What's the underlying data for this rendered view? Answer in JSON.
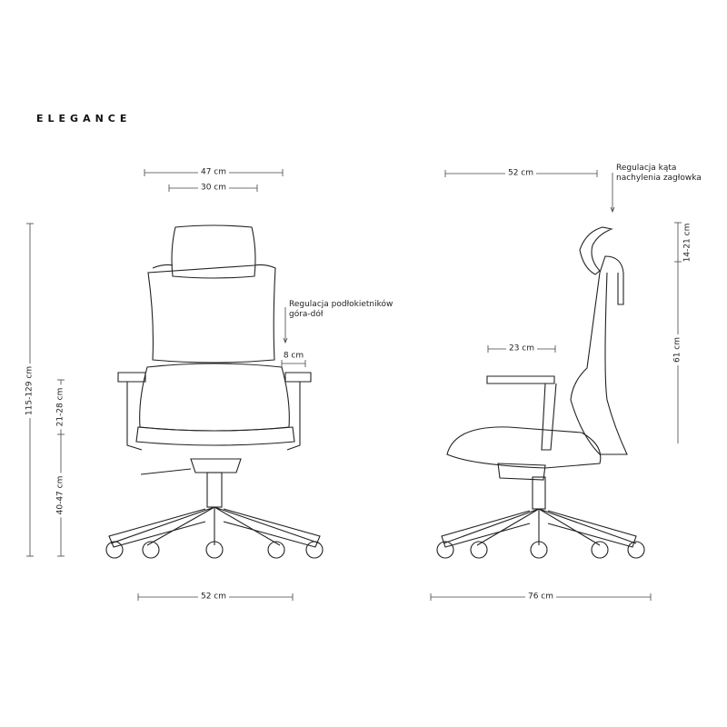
{
  "title": "ELEGANCE",
  "front_view": {
    "overall_width": "47 cm",
    "headrest_width": "30 cm",
    "armrest_note": "Regulacja podłokietników\ngóra-dół",
    "armrest_width": "8 cm",
    "total_height": "115-129 cm",
    "armrest_height": "21-28 cm",
    "seat_height": "40-47 cm",
    "base_width": "52 cm"
  },
  "side_view": {
    "depth_top": "52 cm",
    "headrest_note": "Regulacja kąta\nnachylenia zagłowka",
    "headrest_adjust": "14-21 cm",
    "back_height": "61 cm",
    "armrest_depth": "23 cm",
    "base_depth": "76 cm"
  }
}
